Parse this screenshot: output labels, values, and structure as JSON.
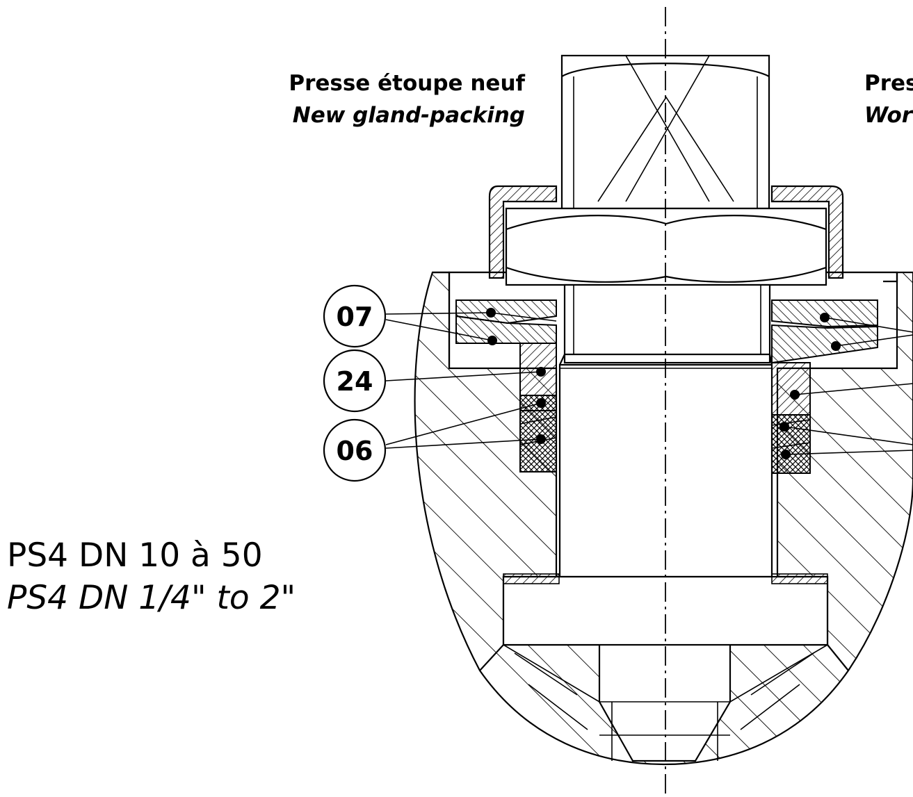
{
  "labels": {
    "left_title_fr": "Presse étoupe neuf",
    "left_title_en": "New gland-packing",
    "right_title_fr": "Pres",
    "right_title_en": "Wor",
    "model_fr": "PS4 DN 10 à 50",
    "model_en": "PS4 DN 1/4\" to 2\""
  },
  "callouts": [
    {
      "id": "07"
    },
    {
      "id": "24"
    },
    {
      "id": "06"
    }
  ]
}
